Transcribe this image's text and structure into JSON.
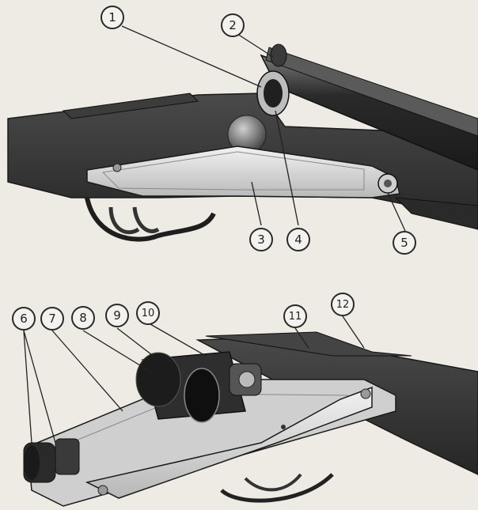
{
  "figure": {
    "callouts": [
      {
        "number": "1"
      },
      {
        "number": "2"
      },
      {
        "number": "3"
      },
      {
        "number": "4"
      },
      {
        "number": "5"
      },
      {
        "number": "6"
      },
      {
        "number": "7"
      },
      {
        "number": "8"
      },
      {
        "number": "9"
      },
      {
        "number": "10"
      },
      {
        "number": "11"
      },
      {
        "number": "12"
      }
    ]
  },
  "colors": {
    "background": "#eeeae4",
    "metal_dark": "#2e2e2e",
    "metal_mid": "#6a6a6a",
    "metal_light": "#d6d6d6",
    "outline": "#1a1a1a"
  }
}
